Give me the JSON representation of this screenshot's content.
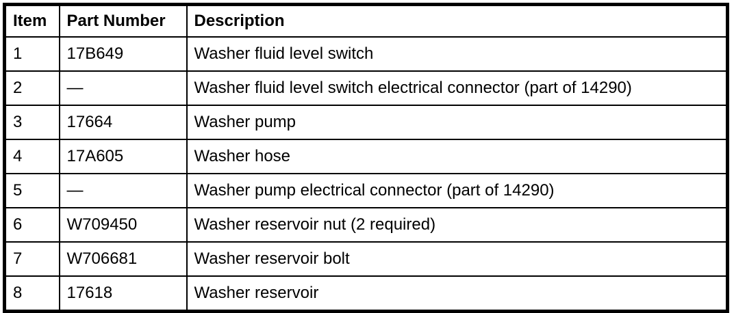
{
  "table": {
    "columns": [
      {
        "label": "Item"
      },
      {
        "label": "Part Number"
      },
      {
        "label": "Description"
      }
    ],
    "rows": [
      {
        "item": "1",
        "part_number": "17B649",
        "description": "Washer fluid level switch"
      },
      {
        "item": "2",
        "part_number": "—",
        "description": "Washer fluid level switch electrical connector (part of 14290)"
      },
      {
        "item": "3",
        "part_number": "17664",
        "description": "Washer pump"
      },
      {
        "item": "4",
        "part_number": "17A605",
        "description": "Washer hose"
      },
      {
        "item": "5",
        "part_number": "—",
        "description": "Washer pump electrical connector (part of 14290)"
      },
      {
        "item": "6",
        "part_number": "W709450",
        "description": "Washer reservoir nut (2 required)"
      },
      {
        "item": "7",
        "part_number": "W706681",
        "description": "Washer reservoir bolt"
      },
      {
        "item": "8",
        "part_number": "17618",
        "description": "Washer reservoir"
      }
    ],
    "colors": {
      "border": "#000000",
      "background": "#ffffff",
      "text": "#000000"
    }
  }
}
